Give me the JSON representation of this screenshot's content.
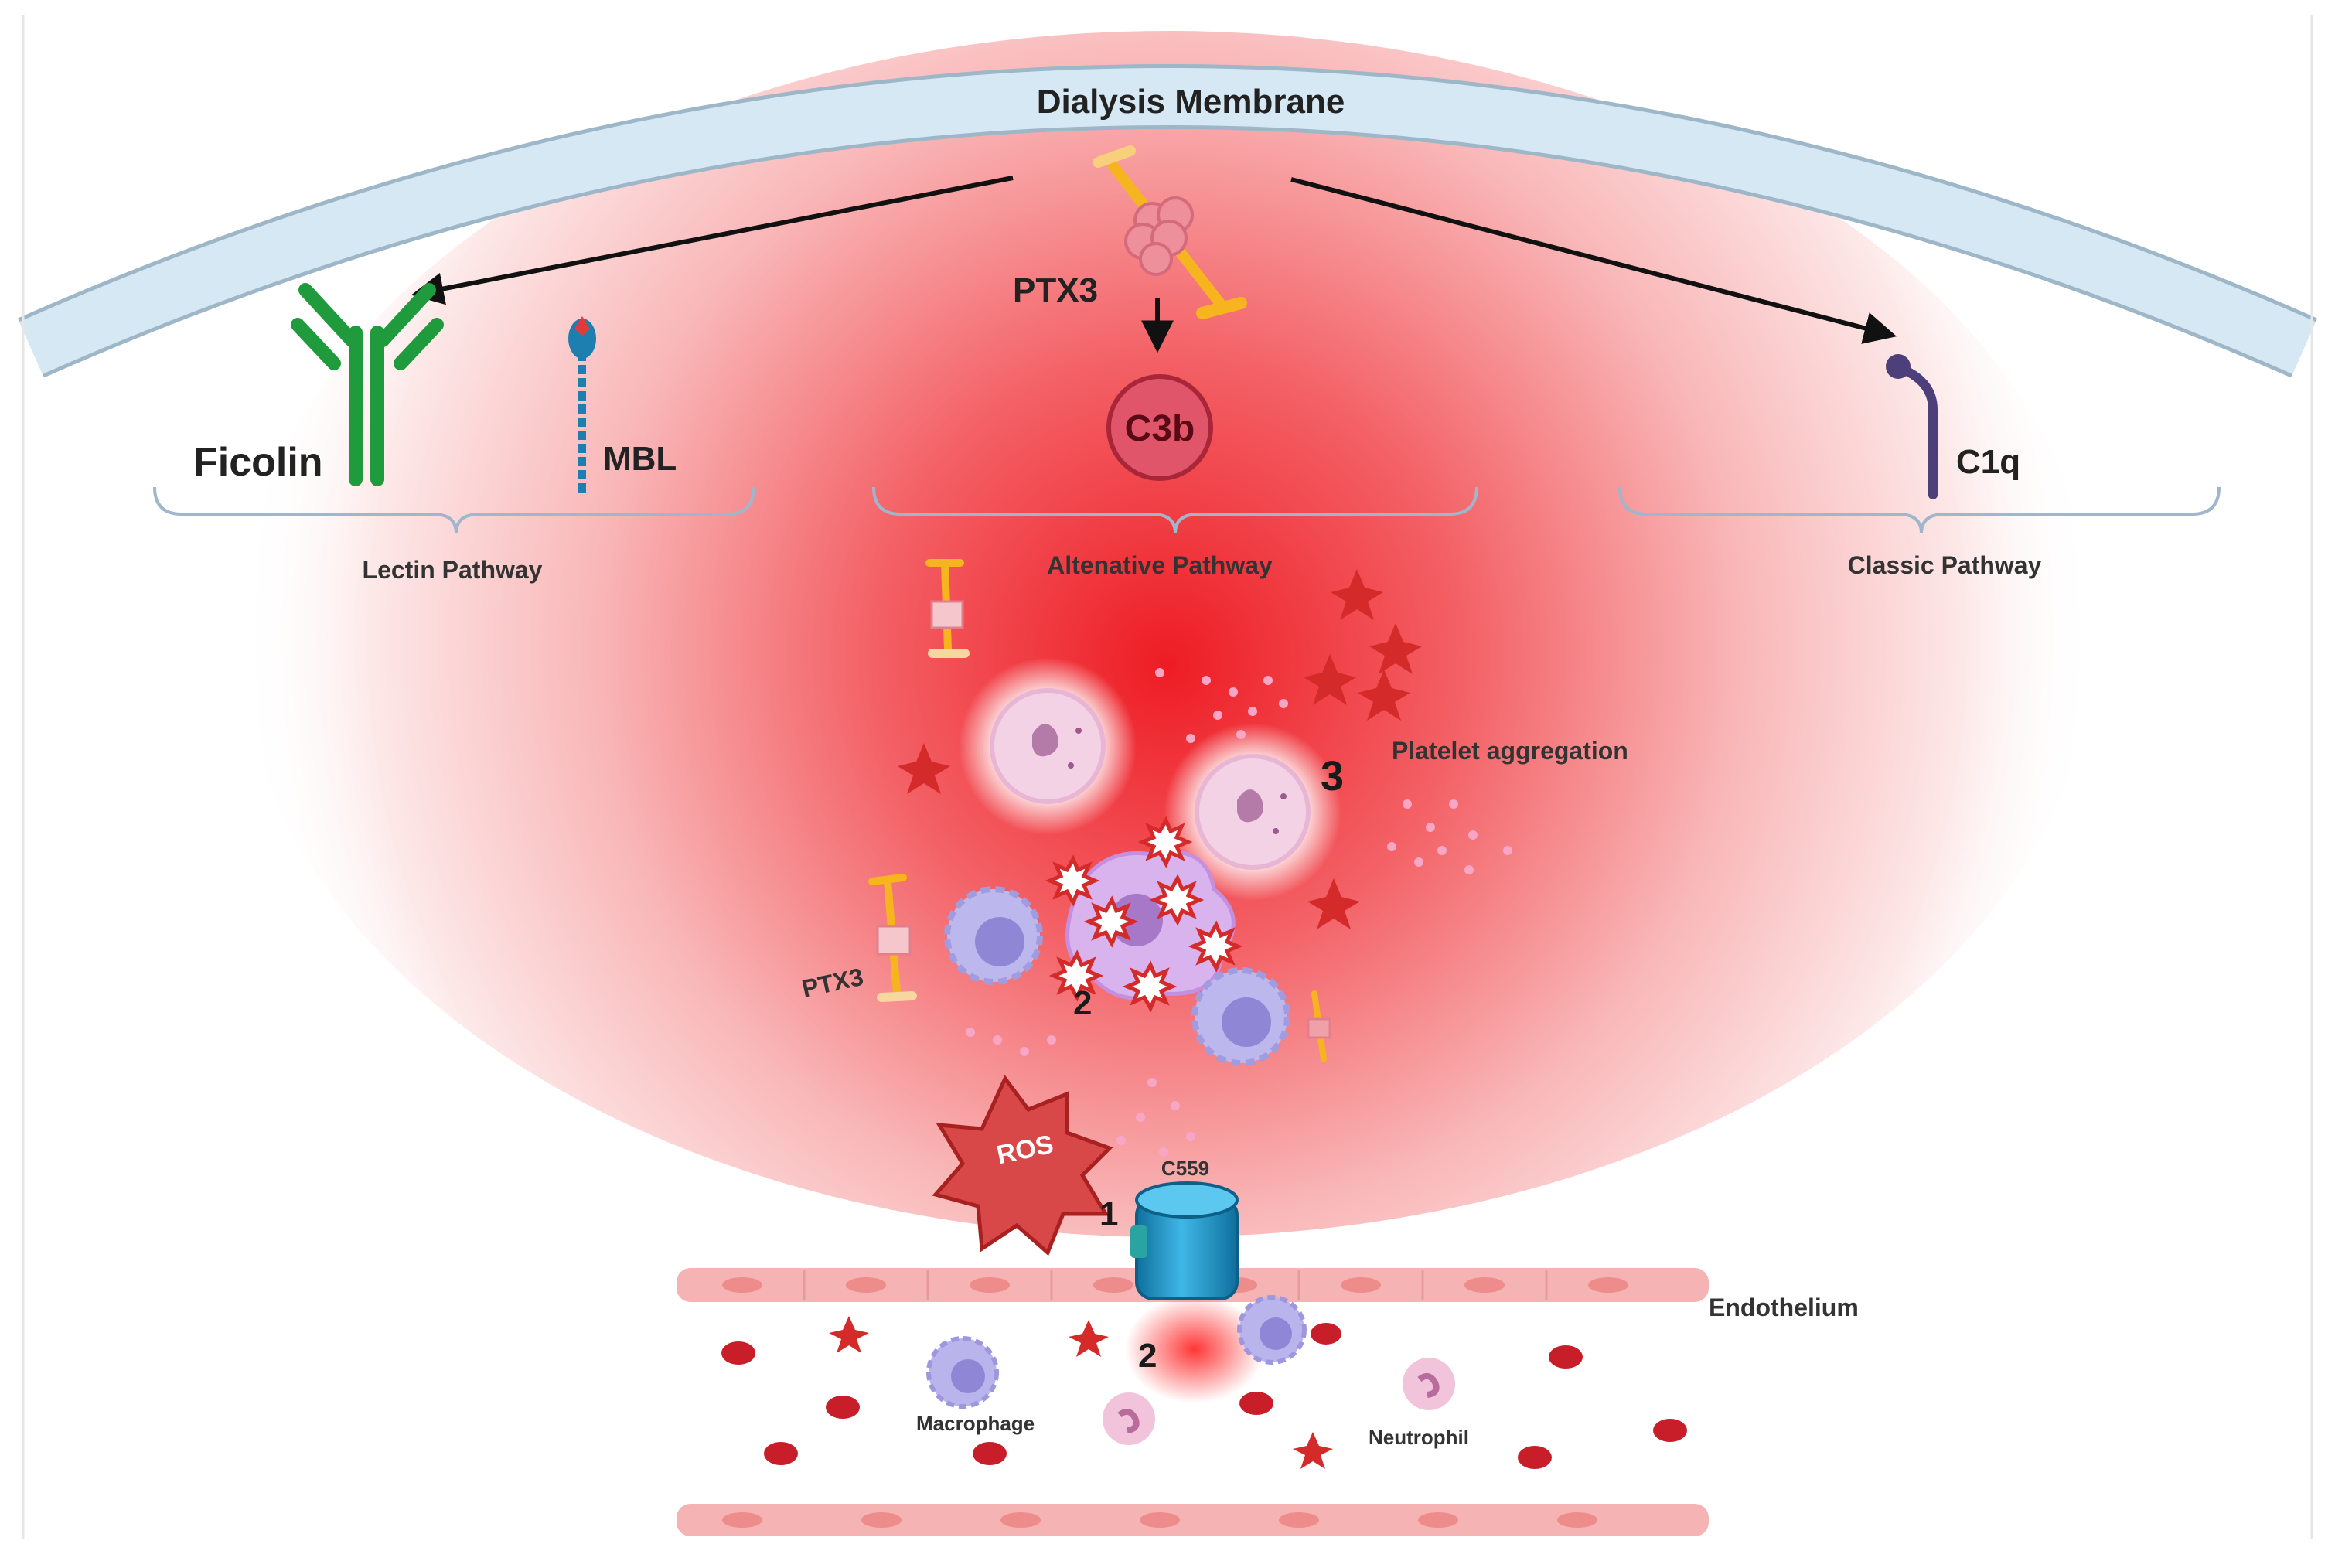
{
  "membrane": {
    "label": "Dialysis Membrane"
  },
  "pathways": {
    "lectin": {
      "label": "Lectin Pathway",
      "molecules": [
        "Ficolin",
        "MBL"
      ]
    },
    "alternative": {
      "label": "Altenative Pathway",
      "initiator": "PTX3",
      "component": "C3b"
    },
    "classic": {
      "label": "Classic Pathway",
      "molecule": "C1q"
    }
  },
  "events": {
    "platelet_aggregation": "Platelet aggregation",
    "ptx3_label": "PTX3",
    "ros_label": "ROS",
    "receptor_label": "C559",
    "markers": [
      "1",
      "2",
      "2",
      "3"
    ]
  },
  "vessel": {
    "endothelium": "Endothelium",
    "macrophage": "Macrophage",
    "neutrophil": "Neutrophil"
  },
  "colors": {
    "glow": "#ee2a30",
    "membrane": "#d6e8f3",
    "ficolin": "#1f9a3c",
    "c3b": "#e0556a",
    "c1q": "#4c3f7a",
    "platelet": "#d42a2a",
    "endothelium": "#f5b8b8",
    "receptor": "#1f8fc4"
  }
}
